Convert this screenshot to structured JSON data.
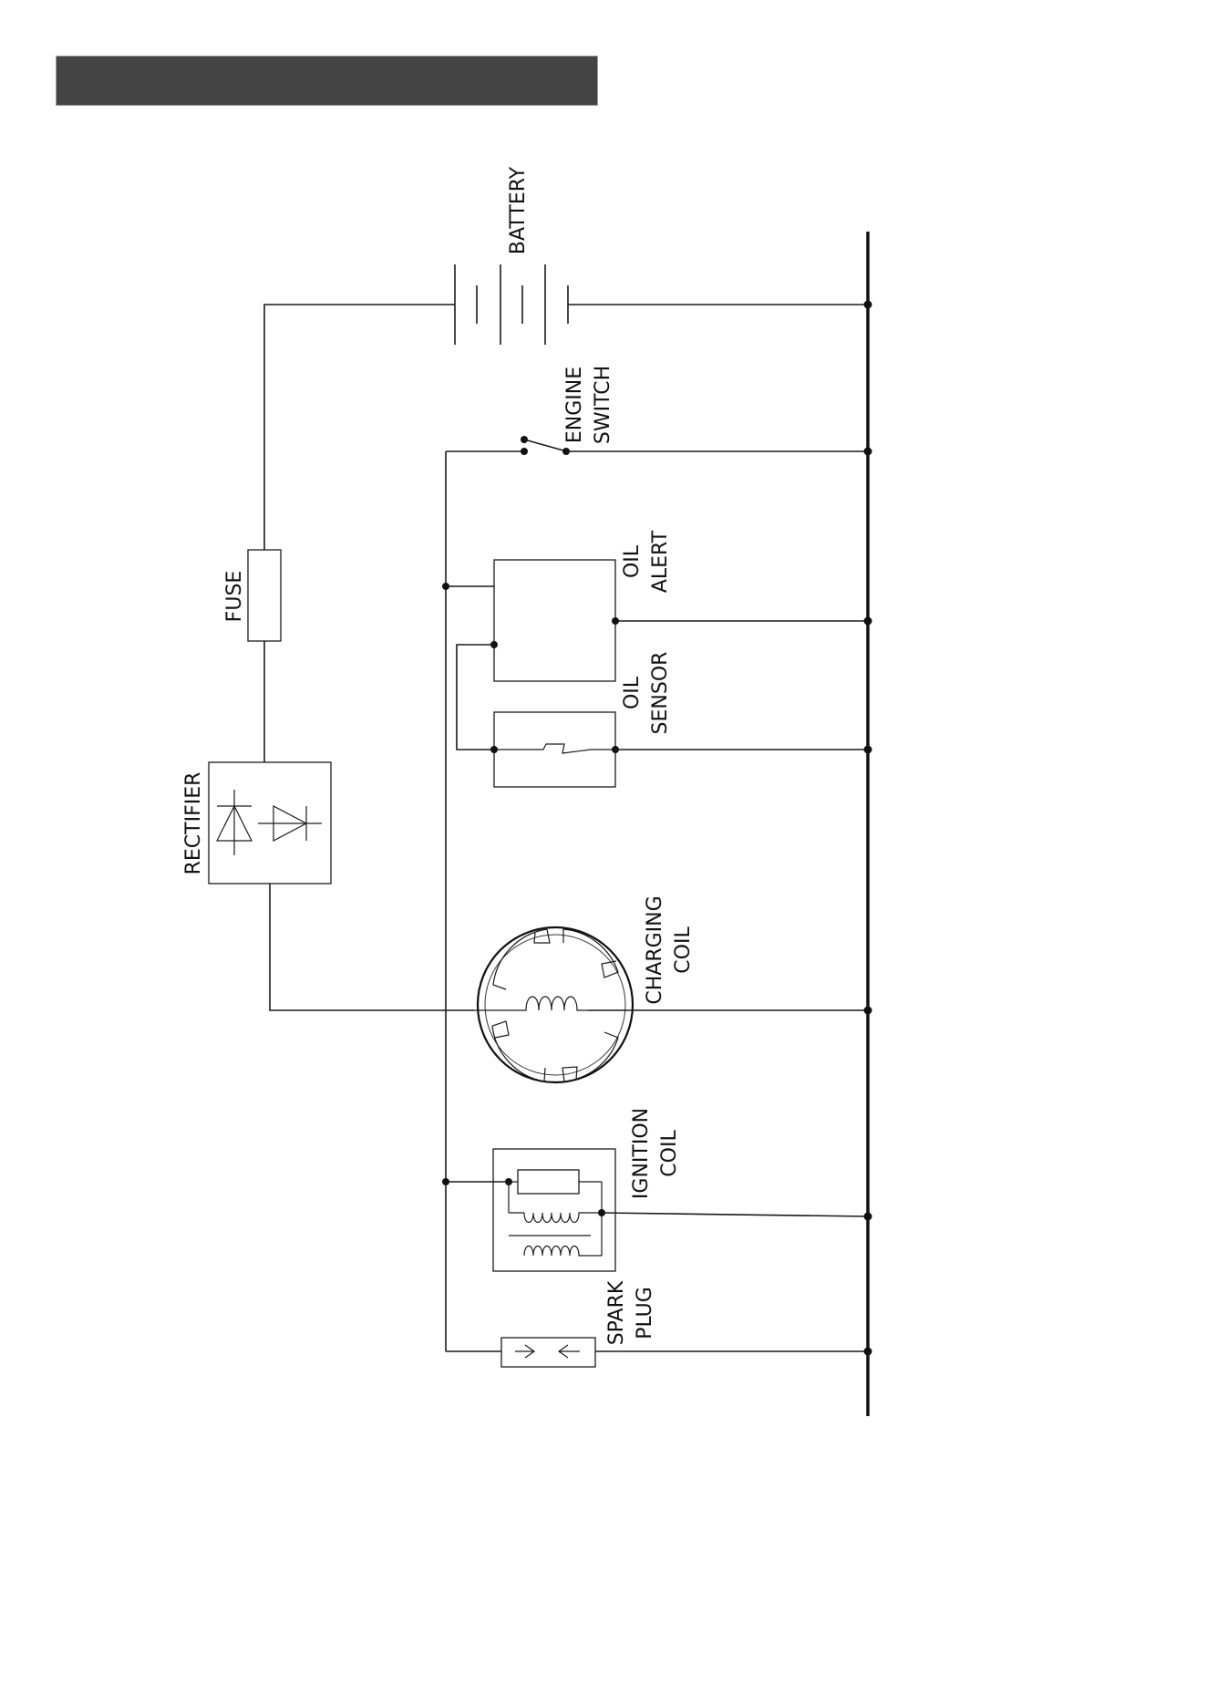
{
  "header": {
    "color": "#444444"
  },
  "labels": {
    "battery": "BATTERY",
    "engine_switch_l1": "ENGINE",
    "engine_switch_l2": "SWITCH",
    "fuse": "FUSE",
    "oil_alert_l1": "OIL",
    "oil_alert_l2": "ALERT",
    "oil_sensor_l1": "OIL",
    "oil_sensor_l2": "SENSOR",
    "rectifier": "RECTIFIER",
    "charging_coil_l1": "CHARGING",
    "charging_coil_l2": "COIL",
    "ignition_coil_l1": "IGNITION",
    "ignition_coil_l2": "COIL",
    "spark_plug_l1": "SPARK",
    "spark_plug_l2": "PLUG"
  },
  "icons": [
    "battery-icon",
    "switch-icon",
    "fuse-icon",
    "diode-icon",
    "coil-icon",
    "transformer-icon",
    "spark-plug-icon"
  ]
}
